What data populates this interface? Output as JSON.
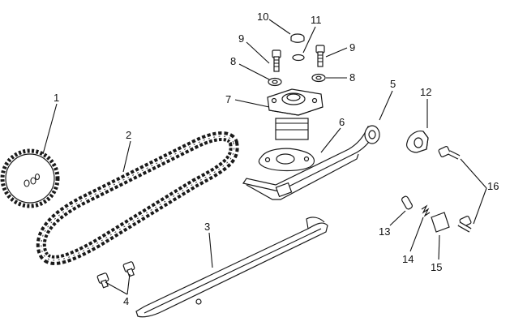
{
  "callouts": [
    {
      "id": "1",
      "label": "1"
    },
    {
      "id": "2",
      "label": "2"
    },
    {
      "id": "3",
      "label": "3"
    },
    {
      "id": "4",
      "label": "4"
    },
    {
      "id": "5",
      "label": "5"
    },
    {
      "id": "6",
      "label": "6"
    },
    {
      "id": "7",
      "label": "7"
    },
    {
      "id": "8a",
      "label": "8"
    },
    {
      "id": "8b",
      "label": "8"
    },
    {
      "id": "9a",
      "label": "9"
    },
    {
      "id": "9b",
      "label": "9"
    },
    {
      "id": "10",
      "label": "10"
    },
    {
      "id": "11",
      "label": "11"
    },
    {
      "id": "12",
      "label": "12"
    },
    {
      "id": "13",
      "label": "13"
    },
    {
      "id": "14",
      "label": "14"
    },
    {
      "id": "15",
      "label": "15"
    },
    {
      "id": "16",
      "label": "16"
    }
  ],
  "parts": [
    {
      "name": "cam-sprocket-icon"
    },
    {
      "name": "timing-chain-icon"
    },
    {
      "name": "chain-guide-icon"
    },
    {
      "name": "guide-bolt-icon"
    },
    {
      "name": "tensioner-arm-icon"
    },
    {
      "name": "tensioner-gasket-icon"
    },
    {
      "name": "chain-tensioner-icon"
    },
    {
      "name": "washer-icon"
    },
    {
      "name": "bolt-icon"
    },
    {
      "name": "tensioner-cap-icon"
    },
    {
      "name": "o-ring-icon"
    },
    {
      "name": "pivot-bracket-icon"
    },
    {
      "name": "dowel-pin-icon"
    },
    {
      "name": "spring-icon"
    },
    {
      "name": "lock-plate-icon"
    },
    {
      "name": "flange-bolt-icon"
    }
  ]
}
